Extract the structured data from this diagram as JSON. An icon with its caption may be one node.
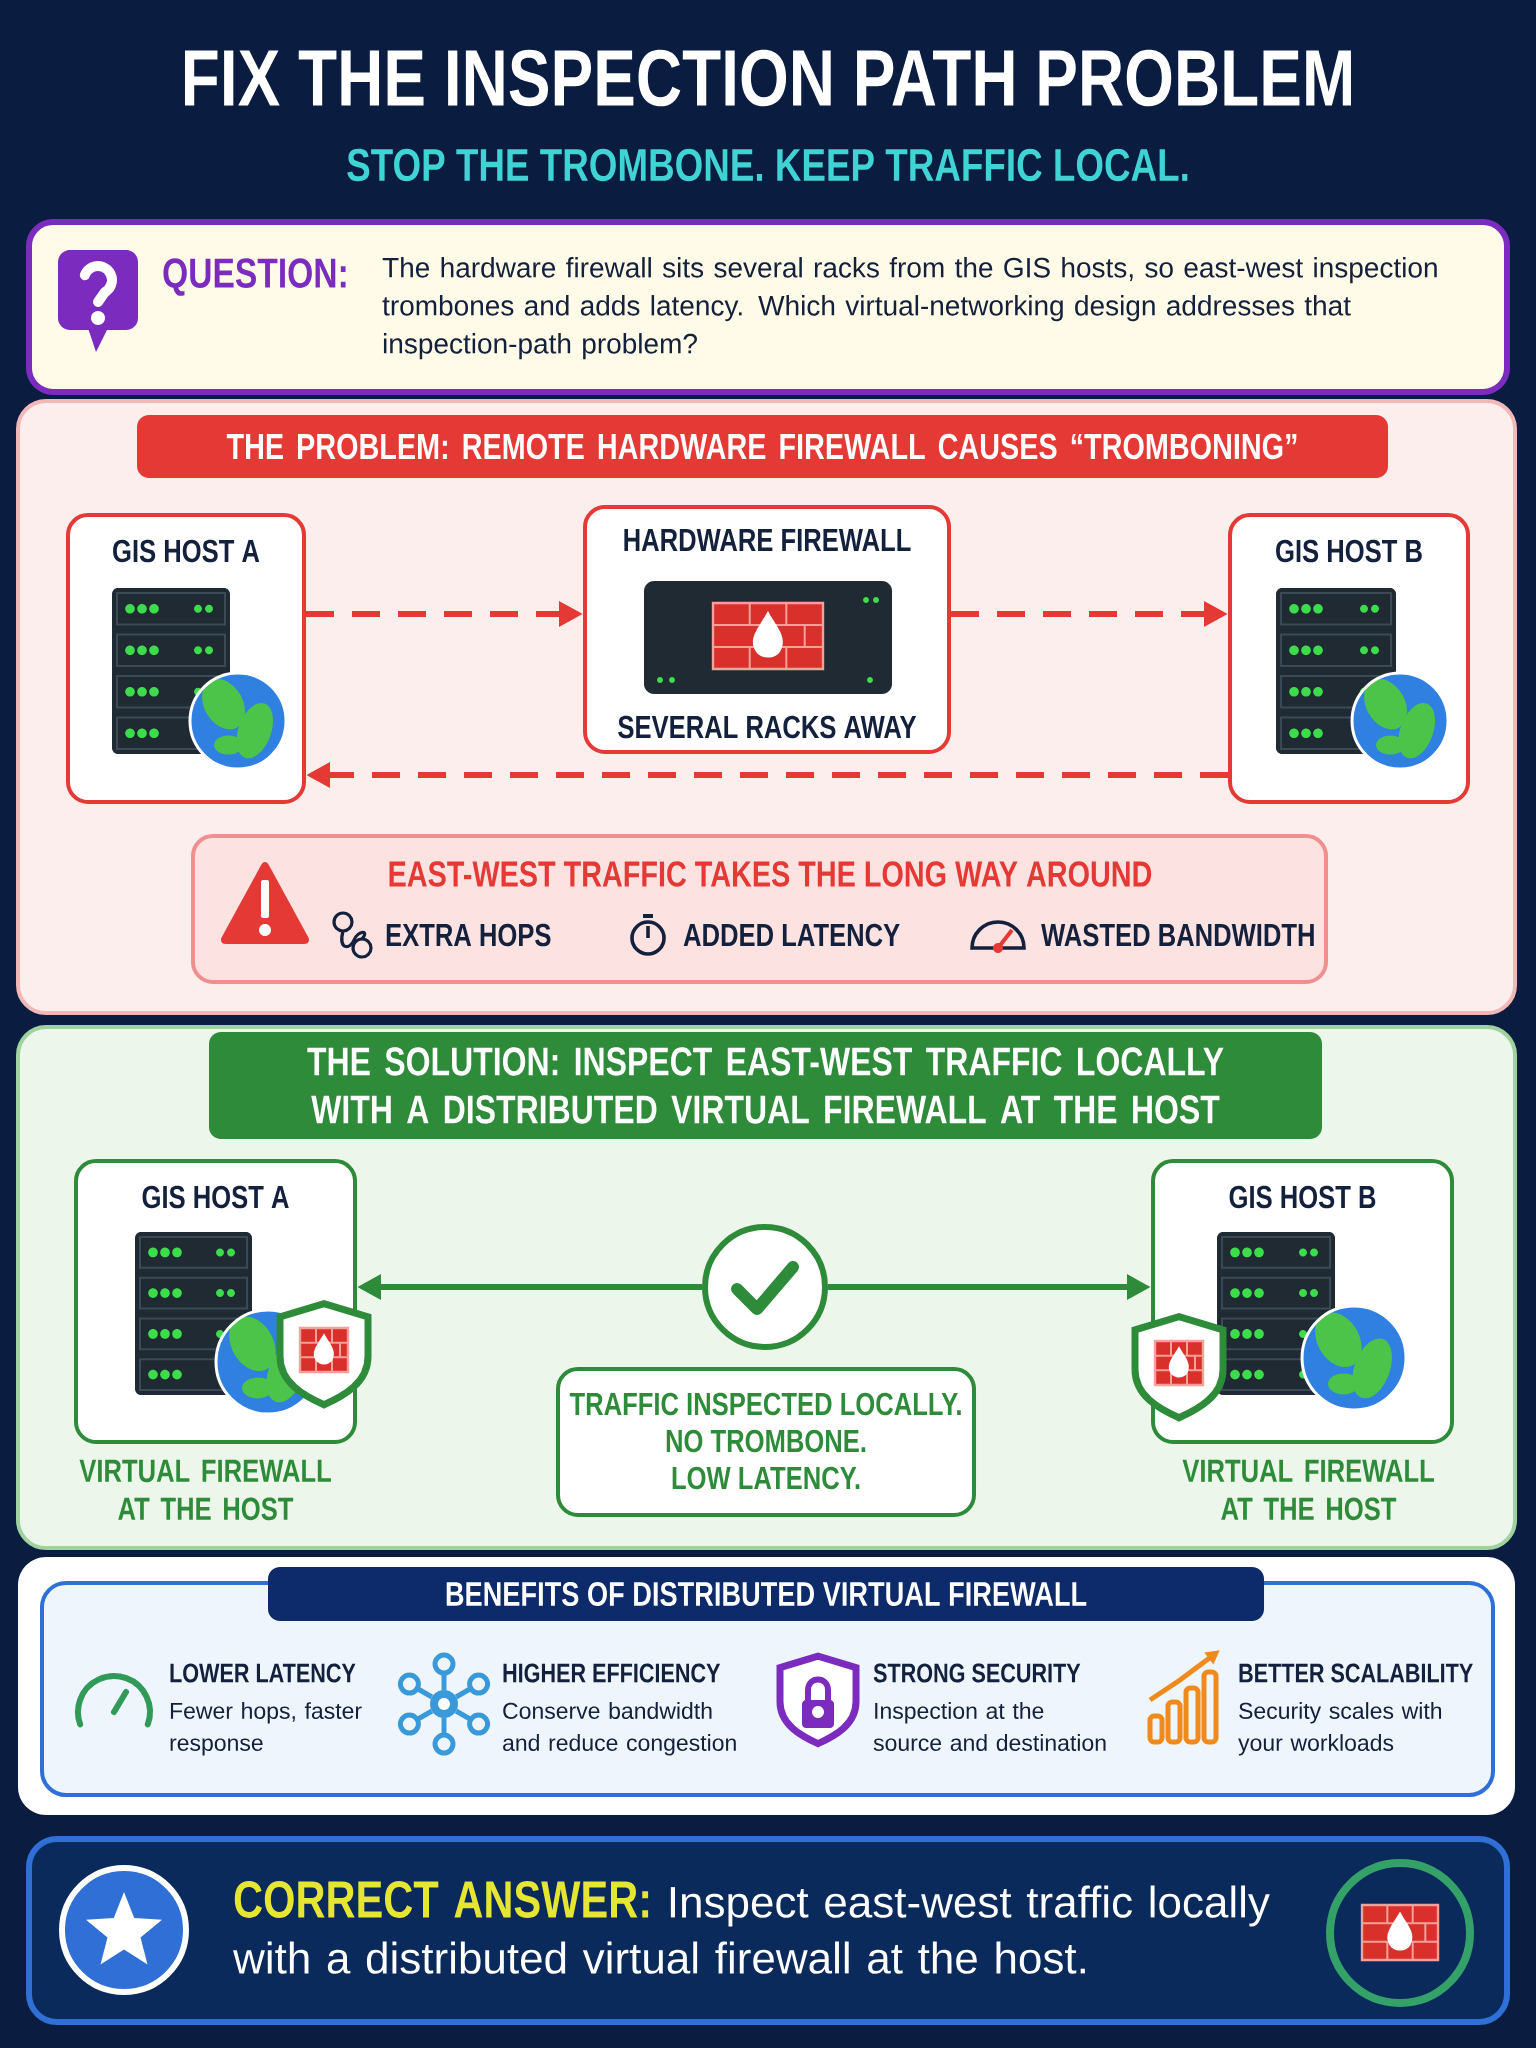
{
  "diagram": {
    "title": "FIX THE INSPECTION PATH PROBLEM",
    "nodes": [
      {
        "text": [
          "QUESTION:",
          "The hardware firewall sits several racks from the GIS hosts, so east-west inspection trombones and adds latency. Which virtual-networking design addresses that inspection-path problem?"
        ]
      },
      {
        "text": [
          "THE PROBLEM: REMOTE HARDWARE FIREWALL CAUSES “TROMBONING”"
        ]
      },
      {
        "text": [
          "GIS HOST A"
        ],
        "in": 1
      },
      {
        "text": [
          "HARDWARE FIREWALL",
          "SEVERAL RACKS AWAY"
        ],
        "in": 1
      },
      {
        "text": [
          "GIS HOST B"
        ],
        "in": 1
      },
      {
        "text": [
          "EAST-WEST TRAFFIC TAKES THE LONG WAY AROUND",
          "EXTRA HOPS",
          "ADDED LATENCY",
          "WASTED BANDWIDTH"
        ],
        "in": 1
      },
      {
        "text": [
          "THE SOLUTION: INSPECT EAST-WEST TRAFFIC LOCALLY WITH A DISTRIBUTED VIRTUAL FIREWALL AT THE HOST"
        ]
      },
      {
        "text": [
          "GIS HOST A"
        ],
        "in": 6,
        "beside": [
          "VIRTUAL FIREWALL AT THE HOST"
        ]
      },
      {
        "text": [],
        "shape": "circle",
        "in": 6
      },
      {
        "text": [
          "GIS HOST B"
        ],
        "in": 6,
        "beside": [
          "VIRTUAL FIREWALL AT THE HOST"
        ]
      },
      {
        "text": [
          "TRAFFIC INSPECTED LOCALLY.",
          "NO TROMBONE.",
          "LOW LATENCY."
        ],
        "in": 6
      },
      {
        "text": [
          "BENEFITS OF DISTRIBUTED VIRTUAL FIREWALL",
          "LOWER LATENCY",
          "Fewer hops, faster response",
          "HIGHER EFFICIENCY",
          "Conserve bandwidth and reduce congestion",
          "STRONG SECURITY",
          "Inspection at the source and destination",
          "BETTER SCALABILITY",
          "Security scales with your workloads"
        ]
      },
      {
        "text": [
          "CORRECT ANSWER:",
          "Inspect east-west traffic locally with a distributed virtual firewall at the host."
        ]
      }
    ],
    "edges": [
      {
        "from": 2,
        "to": 3,
        "arrow": "to",
        "style": "dashed",
        "color": "#e53935"
      },
      {
        "from": 3,
        "to": 4,
        "arrow": "to",
        "style": "dashed",
        "color": "#e53935"
      },
      {
        "from": 4,
        "to": 2,
        "arrow": "to",
        "style": "dashed",
        "color": "#e53935"
      },
      {
        "from": 8,
        "to": 7,
        "arrow": "to",
        "color": "#2e8b3a"
      },
      {
        "from": 8,
        "to": 9,
        "arrow": "to",
        "color": "#2e8b3a"
      }
    ],
    "labels": [
      "STOP THE TROMBONE. KEEP TRAFFIC LOCAL."
    ]
  }
}
